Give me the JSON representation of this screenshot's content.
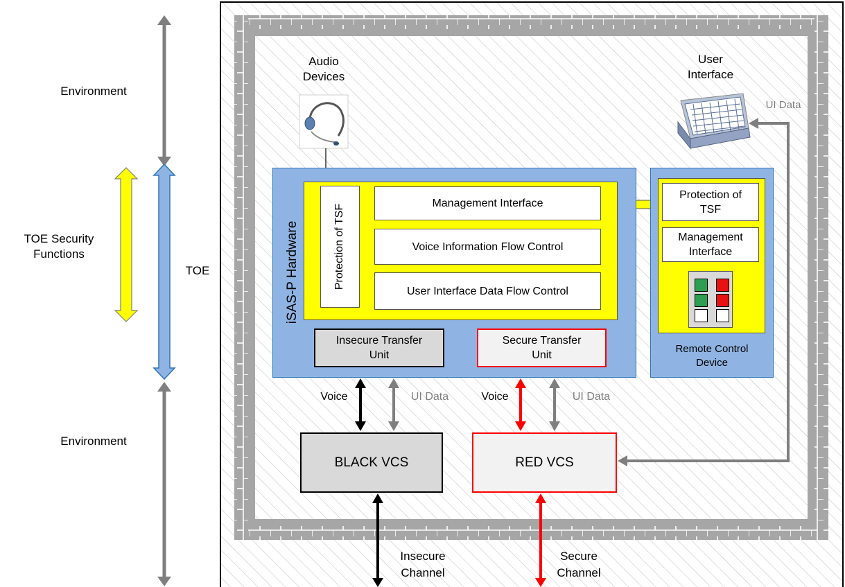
{
  "left_labels": {
    "env_top": "Environment",
    "tsf": "TOE Security\nFunctions",
    "toe": "TOE",
    "env_bottom": "Environment"
  },
  "audio_devices": {
    "label": "Audio\nDevices",
    "icon": "headset-icon"
  },
  "user_interface": {
    "label": "User\nInterface",
    "icon": "keypad-device-icon",
    "data_label": "UI Data"
  },
  "hardware": {
    "title": "iSAS-P Hardware",
    "protection": "Protection of TSF",
    "management": "Management Interface",
    "voice_flow": "Voice Information Flow Control",
    "ui_flow": "User Interface Data Flow Control",
    "insecure_unit": "Insecure Transfer\nUnit",
    "secure_unit": "Secure Transfer\nUnit"
  },
  "remote": {
    "protection": "Protection of\nTSF",
    "management": "Management\nInterface",
    "label": "Remote Control\nDevice",
    "button_colors": [
      "#2ca050",
      "#e81010",
      "#2ca050",
      "#e81010",
      "#ffffff",
      "#ffffff"
    ]
  },
  "links": {
    "voice_left": "Voice",
    "ui_left": "UI Data",
    "voice_right": "Voice",
    "ui_right": "UI Data"
  },
  "vcs": {
    "black": "BLACK VCS",
    "red": "RED VCS"
  },
  "channels": {
    "insecure": "Insecure\nChannel",
    "secure": "Secure\nChannel"
  },
  "colors": {
    "yellow": "#ffff00",
    "blue_fill": "#8fb4e3",
    "blue_border": "#2e75b6",
    "red": "#ff0000",
    "gray_arrow": "#7f7f7f",
    "gray_box": "#d9d9d9"
  }
}
